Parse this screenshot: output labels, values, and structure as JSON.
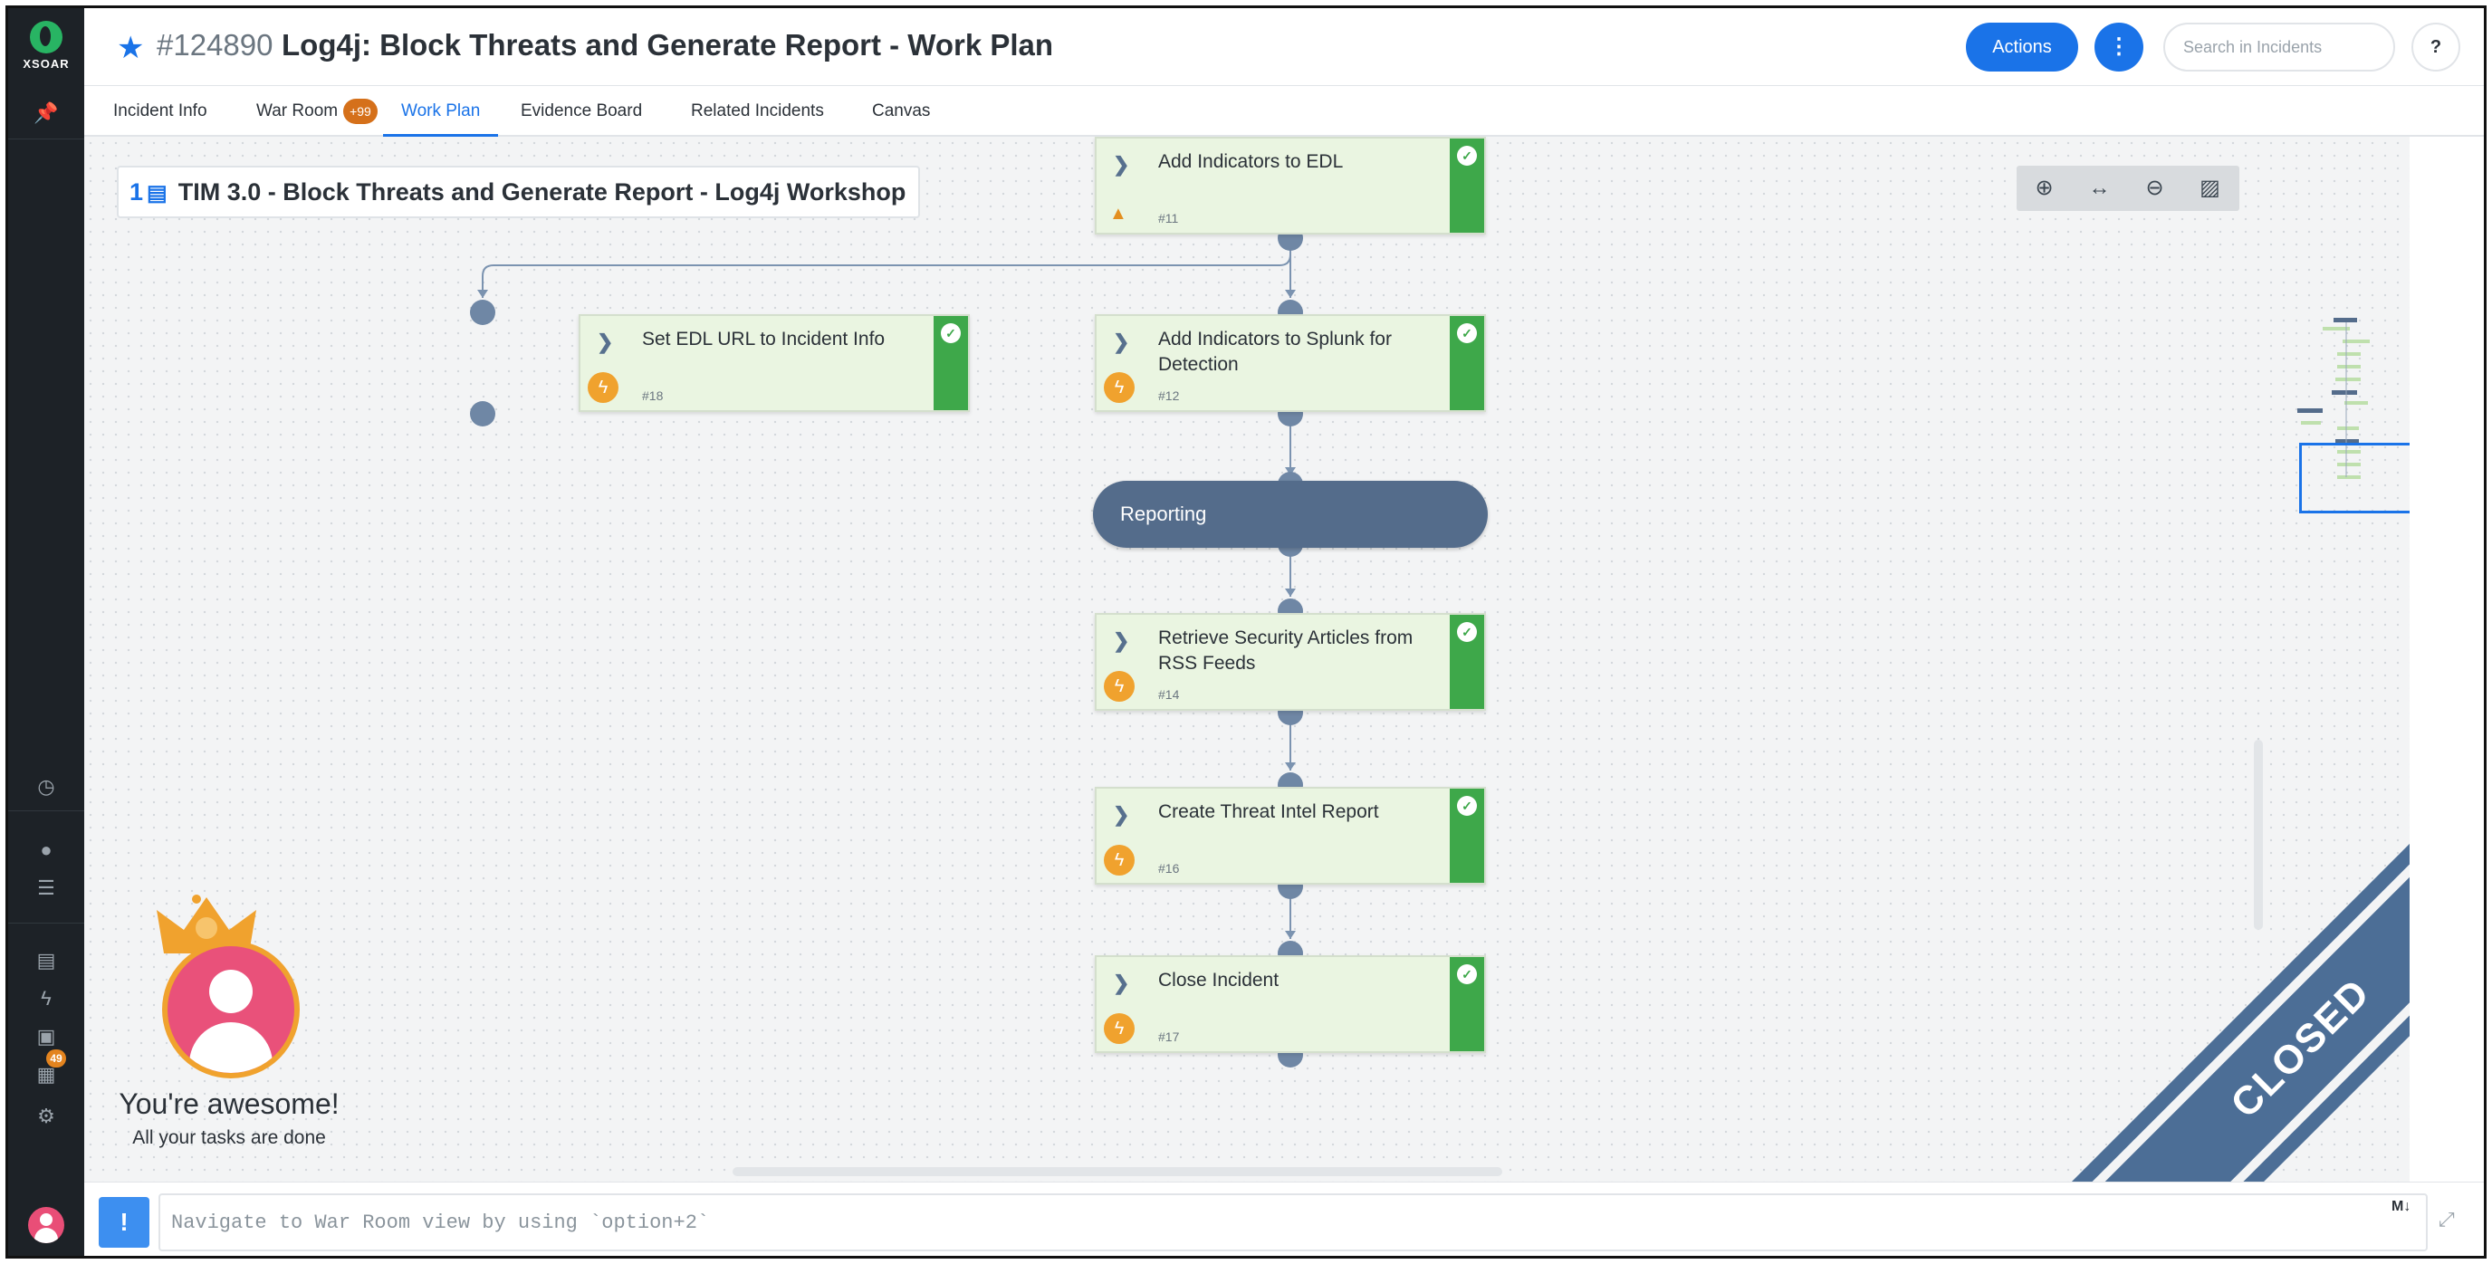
{
  "app": {
    "logo_label": "XSOAR",
    "nav_badge": "49"
  },
  "header": {
    "incident_id": "#124890",
    "title": "Log4j: Block Threats and Generate Report - Work Plan",
    "actions_label": "Actions",
    "more_label": "⋮",
    "search_placeholder": "Search in Incidents",
    "help_label": "?"
  },
  "tabs": [
    {
      "label": "Incident Info"
    },
    {
      "label": "War Room",
      "badge": "+99"
    },
    {
      "label": "Work Plan"
    },
    {
      "label": "Evidence Board"
    },
    {
      "label": "Related Incidents"
    },
    {
      "label": "Canvas"
    }
  ],
  "playbook": {
    "number": "1",
    "name": "TIM 3.0 - Block Threats and Generate Report - Log4j Workshop"
  },
  "tasks": [
    {
      "name": "Add Indicators to EDL",
      "id": "#11"
    },
    {
      "name": "Set EDL URL to Incident Info",
      "id": "#18"
    },
    {
      "name": "Add Indicators to Splunk for Detection",
      "id": "#12"
    },
    {
      "name": "Retrieve Security Articles from RSS Feeds",
      "id": "#14"
    },
    {
      "name": "Create Threat Intel Report",
      "id": "#16"
    },
    {
      "name": "Close Incident",
      "id": "#17"
    }
  ],
  "section": {
    "name": "Reporting"
  },
  "status_ribbon": "CLOSED",
  "achievement": {
    "title": "You're awesome!",
    "subtitle": "All your tasks are done"
  },
  "bottom": {
    "command_button": "!",
    "command_placeholder": "Navigate to War Room view by using `option+2`",
    "markdown_label": "M↓"
  },
  "colors": {
    "accent": "#1a73e8",
    "task_done": "#3ea84a",
    "section": "#546c8b",
    "warning": "#e38f1f"
  }
}
